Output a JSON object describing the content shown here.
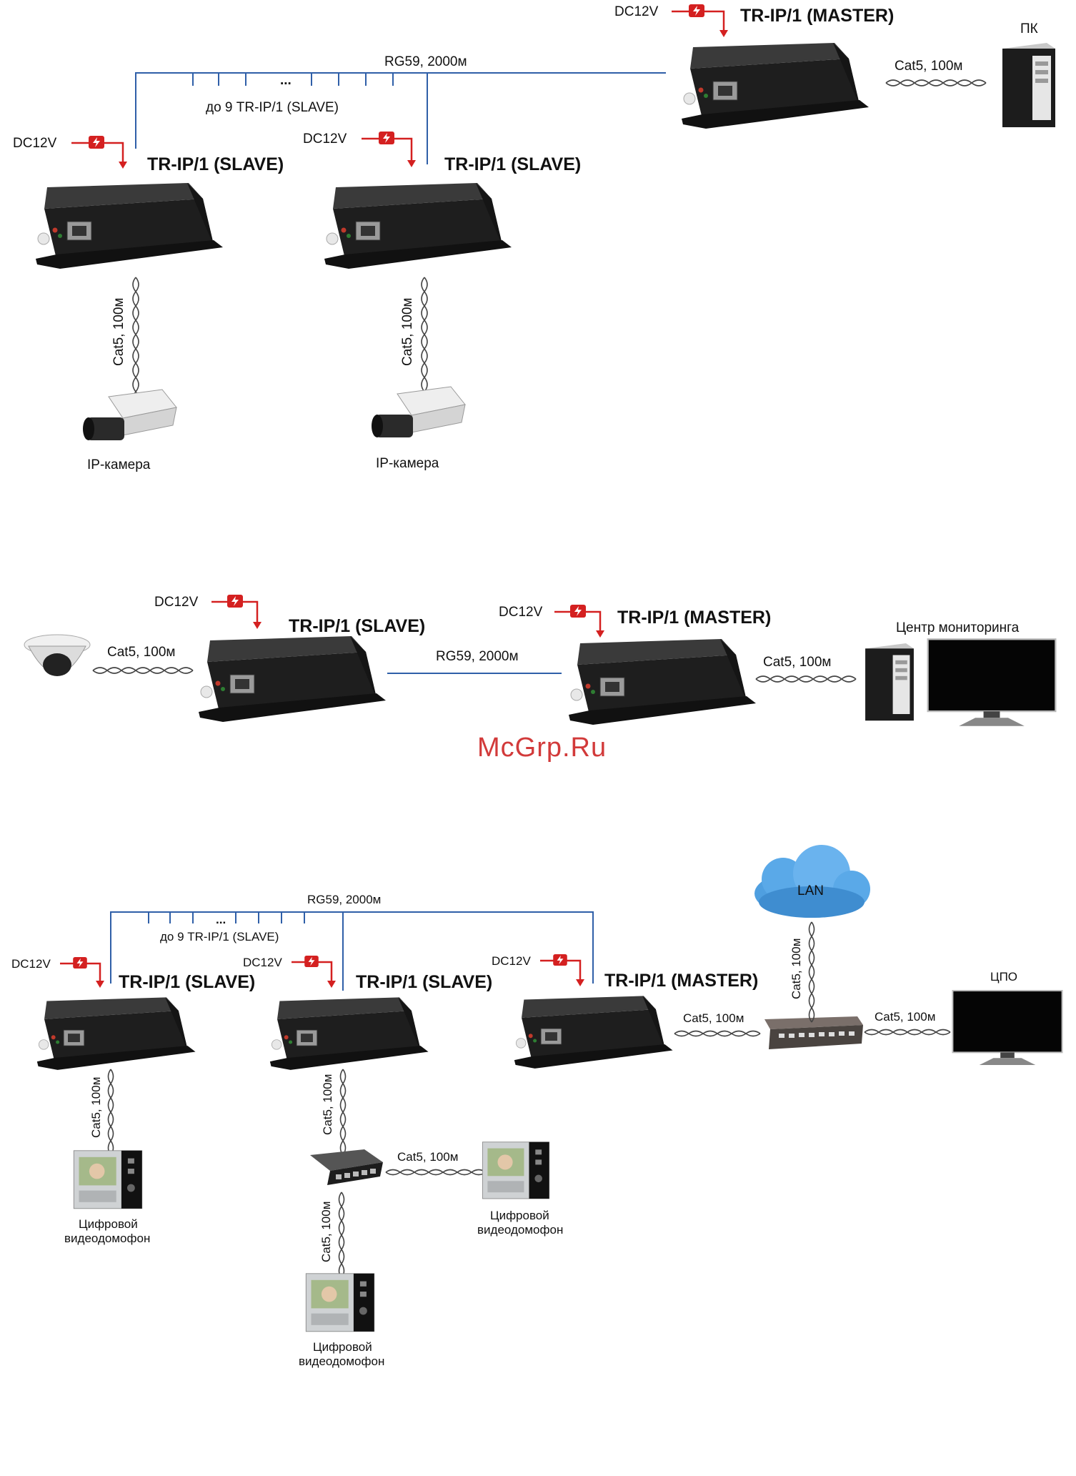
{
  "labels": {
    "dc12v": "DC12V",
    "master": "TR-IP/1 (MASTER)",
    "slave": "TR-IP/1 (SLAVE)",
    "pc": "ПК",
    "cat5": "Cat5, 100м",
    "rg59": "RG59, 2000м",
    "up_to_9": "до 9 TR-IP/1 (SLAVE)",
    "ellipsis": "...",
    "ip_camera": "IP-камера",
    "monitoring_center": "Центр мониторинга",
    "lan": "LAN",
    "cpo": "ЦПО",
    "intercom_line1": "Цифровой",
    "intercom_line2": "видеодомофон"
  },
  "watermark": "McGrp.Ru",
  "icons": [
    "lightning-icon",
    "device-box",
    "pc-tower-icon",
    "ip-camera-icon",
    "dome-camera-icon",
    "monitor-icon",
    "switch-icon",
    "cloud-icon",
    "intercom-icon"
  ],
  "colors": {
    "coax": "#2f5fa8",
    "power": "#d42020",
    "watermark": "#d23a3a",
    "device": "#262626"
  }
}
